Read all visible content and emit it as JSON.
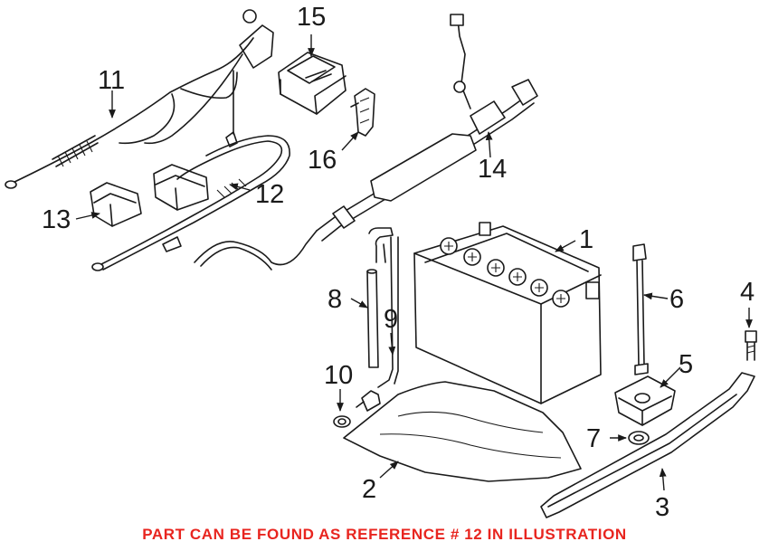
{
  "callouts": {
    "c1": "1",
    "c2": "2",
    "c3": "3",
    "c4": "4",
    "c5": "5",
    "c6": "6",
    "c7": "7",
    "c8": "8",
    "c9": "9",
    "c10": "10",
    "c11": "11",
    "c12": "12",
    "c13": "13",
    "c14": "14",
    "c15": "15",
    "c16": "16"
  },
  "footer": {
    "note": "PART CAN BE FOUND AS REFERENCE # 12 IN ILLUSTRATION",
    "color": "#e8251f"
  },
  "colors": {
    "line": "#1a1a1a"
  }
}
